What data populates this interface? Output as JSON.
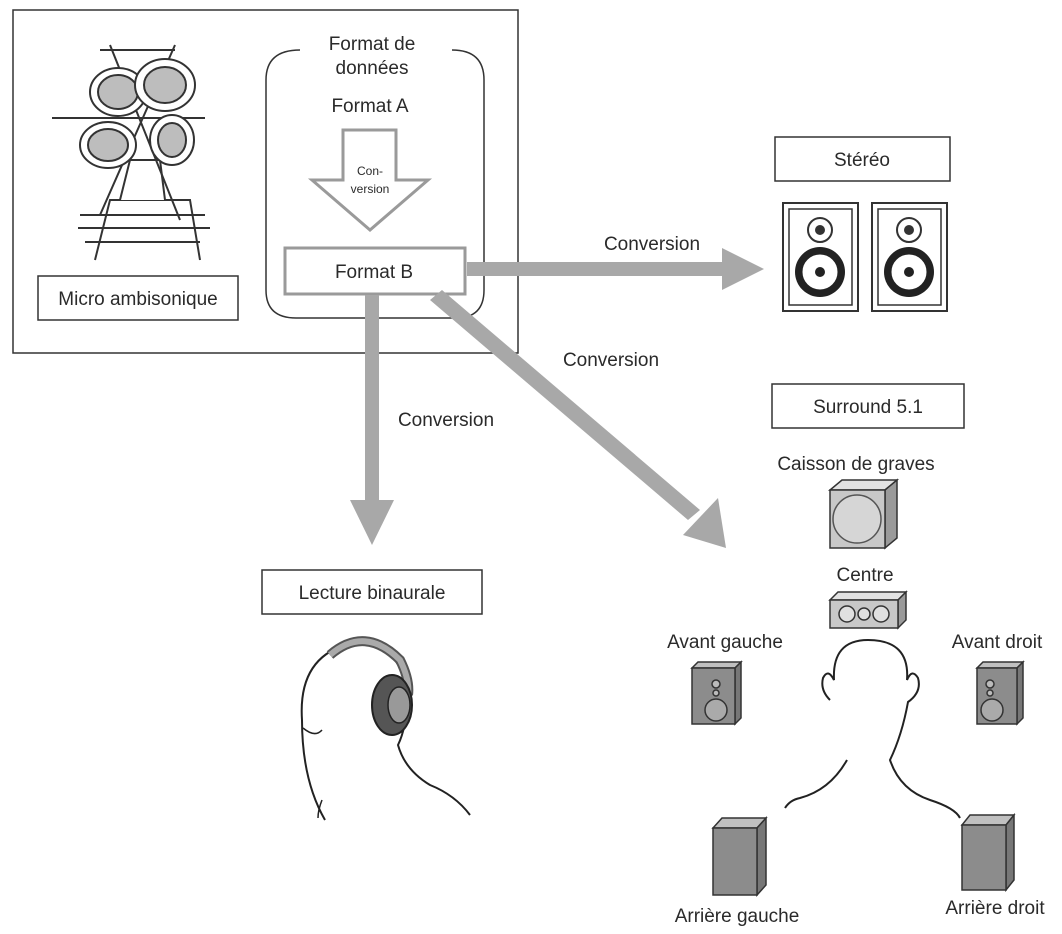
{
  "labels": {
    "data_format_line1": "Format de",
    "data_format_line2": "données",
    "format_a": "Format A",
    "conversion_inner_1": "Con-",
    "conversion_inner_2": "version",
    "format_b": "Format B",
    "micro": "Micro ambisonique",
    "stereo": "Stéréo",
    "conversion_stereo": "Conversion",
    "conversion_surround": "Conversion",
    "conversion_binaural": "Conversion",
    "surround": "Surround 5.1",
    "subwoofer": "Caisson de graves",
    "center": "Centre",
    "front_left": "Avant gauche",
    "front_right": "Avant droit",
    "rear_left": "Arrière gauche",
    "rear_right": "Arrière droit",
    "binaural": "Lecture binaurale"
  },
  "colors": {
    "arrow": "#a8a8a8",
    "box_stroke": "#333333",
    "format_b_stroke": "#9a9a9a",
    "speaker_fill": "#8a8a8a",
    "speaker_light": "#d0d0d0"
  }
}
